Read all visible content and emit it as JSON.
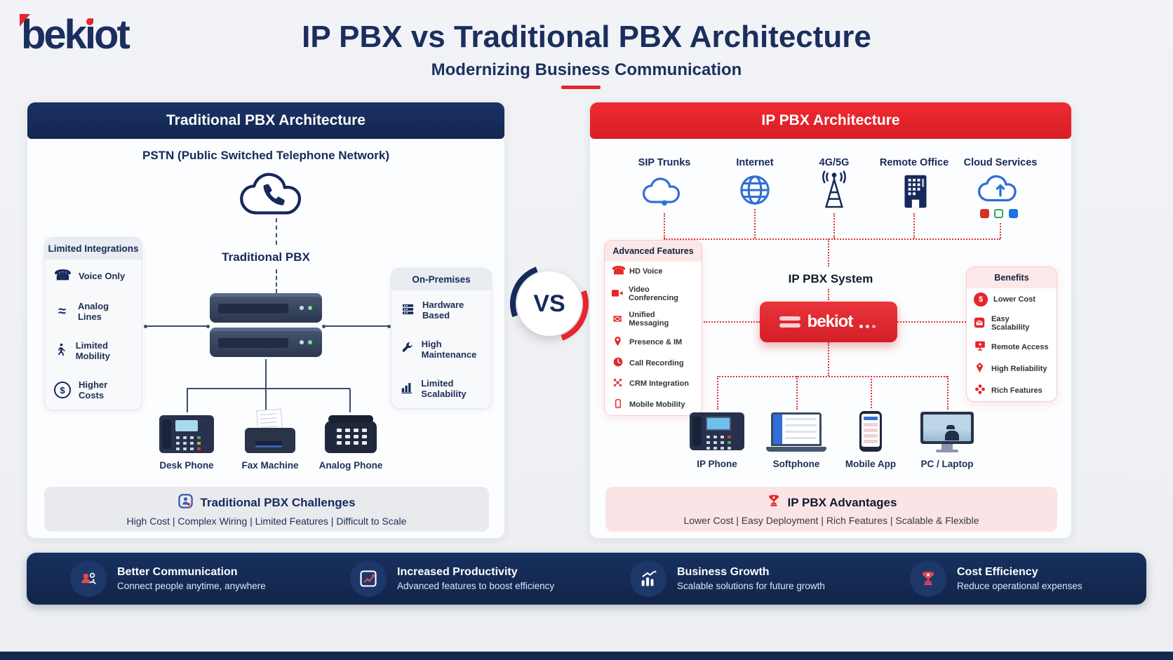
{
  "header": {
    "logo": "bekiot",
    "title": "IP PBX vs Traditional PBX Architecture",
    "subtitle": "Modernizing Business Communication"
  },
  "left_panel": {
    "title": "Traditional PBX Architecture",
    "pstn_label": "PSTN (Public Switched Telephone Network)",
    "pbx_label": "Traditional PBX",
    "limited_integrations": {
      "title": "Limited Integrations",
      "items": [
        {
          "icon": "phone-icon",
          "label": "Voice Only"
        },
        {
          "icon": "analog-wave-icon",
          "label": "Analog Lines"
        },
        {
          "icon": "walking-person-icon",
          "label": "Limited Mobility"
        },
        {
          "icon": "dollar-circle-icon",
          "label": "Higher Costs"
        }
      ]
    },
    "on_premises": {
      "title": "On-Premises",
      "items": [
        {
          "icon": "server-icon",
          "label": "Hardware Based"
        },
        {
          "icon": "wrench-icon",
          "label": "High Maintenance"
        },
        {
          "icon": "bar-chart-icon",
          "label": "Limited Scalability"
        }
      ]
    },
    "devices": [
      {
        "icon": "desk-phone-icon",
        "label": "Desk Phone"
      },
      {
        "icon": "fax-machine-icon",
        "label": "Fax Machine"
      },
      {
        "icon": "analog-phone-icon",
        "label": "Analog Phone"
      }
    ],
    "challenges": {
      "title": "Traditional PBX Challenges",
      "text": "High Cost | Complex Wiring | Limited Features | Difficult to Scale"
    }
  },
  "vs_badge": "VS",
  "right_panel": {
    "title": "IP PBX Architecture",
    "sources": [
      {
        "icon": "sip-cloud-icon",
        "label": "SIP Trunks"
      },
      {
        "icon": "internet-globe-icon",
        "label": "Internet"
      },
      {
        "icon": "cellular-antenna-icon",
        "label": "4G/5G"
      },
      {
        "icon": "office-building-icon",
        "label": "Remote Office"
      },
      {
        "icon": "cloud-services-icon",
        "label": "Cloud Services"
      }
    ],
    "advanced_features": {
      "title": "Advanced Features",
      "items": [
        {
          "icon": "hd-voice-icon",
          "label": "HD Voice"
        },
        {
          "icon": "video-conferencing-icon",
          "label": "Video Conferencing"
        },
        {
          "icon": "unified-messaging-icon",
          "label": "Unified Messaging"
        },
        {
          "icon": "presence-im-icon",
          "label": "Presence & IM"
        },
        {
          "icon": "call-recording-icon",
          "label": "Call Recording"
        },
        {
          "icon": "crm-integration-icon",
          "label": "CRM Integration"
        },
        {
          "icon": "mobile-mobility-icon",
          "label": "Mobile Mobility"
        }
      ]
    },
    "system": {
      "label": "IP PBX System",
      "brand": "bekiot"
    },
    "benefits": {
      "title": "Benefits",
      "items": [
        {
          "icon": "lower-cost-icon",
          "label": "Lower Cost"
        },
        {
          "icon": "easy-scalability-icon",
          "label": "Easy Scalability"
        },
        {
          "icon": "remote-access-icon",
          "label": "Remote Access"
        },
        {
          "icon": "high-reliability-icon",
          "label": "High Reliability"
        },
        {
          "icon": "rich-features-icon",
          "label": "Rich Features"
        }
      ]
    },
    "devices": [
      {
        "icon": "ip-phone-icon",
        "label": "IP Phone"
      },
      {
        "icon": "softphone-icon",
        "label": "Softphone"
      },
      {
        "icon": "mobile-app-icon",
        "label": "Mobile App"
      },
      {
        "icon": "pc-laptop-icon",
        "label": "PC / Laptop"
      }
    ],
    "advantages": {
      "title": "IP PBX Advantages",
      "text": "Lower Cost | Easy Deployment | Rich Features | Scalable & Flexible"
    }
  },
  "footer": {
    "items": [
      {
        "icon": "communication-icon",
        "title": "Better Communication",
        "subtitle": "Connect people anytime, anywhere"
      },
      {
        "icon": "productivity-icon",
        "title": "Increased Productivity",
        "subtitle": "Advanced features to boost efficiency"
      },
      {
        "icon": "growth-icon",
        "title": "Business Growth",
        "subtitle": "Scalable solutions for future growth"
      },
      {
        "icon": "cost-efficiency-icon",
        "title": "Cost Efficiency",
        "subtitle": "Reduce operational expenses"
      }
    ]
  },
  "colors": {
    "navy": "#16295B",
    "red": "#E6252C",
    "blue": "#2F6FD6",
    "background": "#EEF0F4"
  }
}
